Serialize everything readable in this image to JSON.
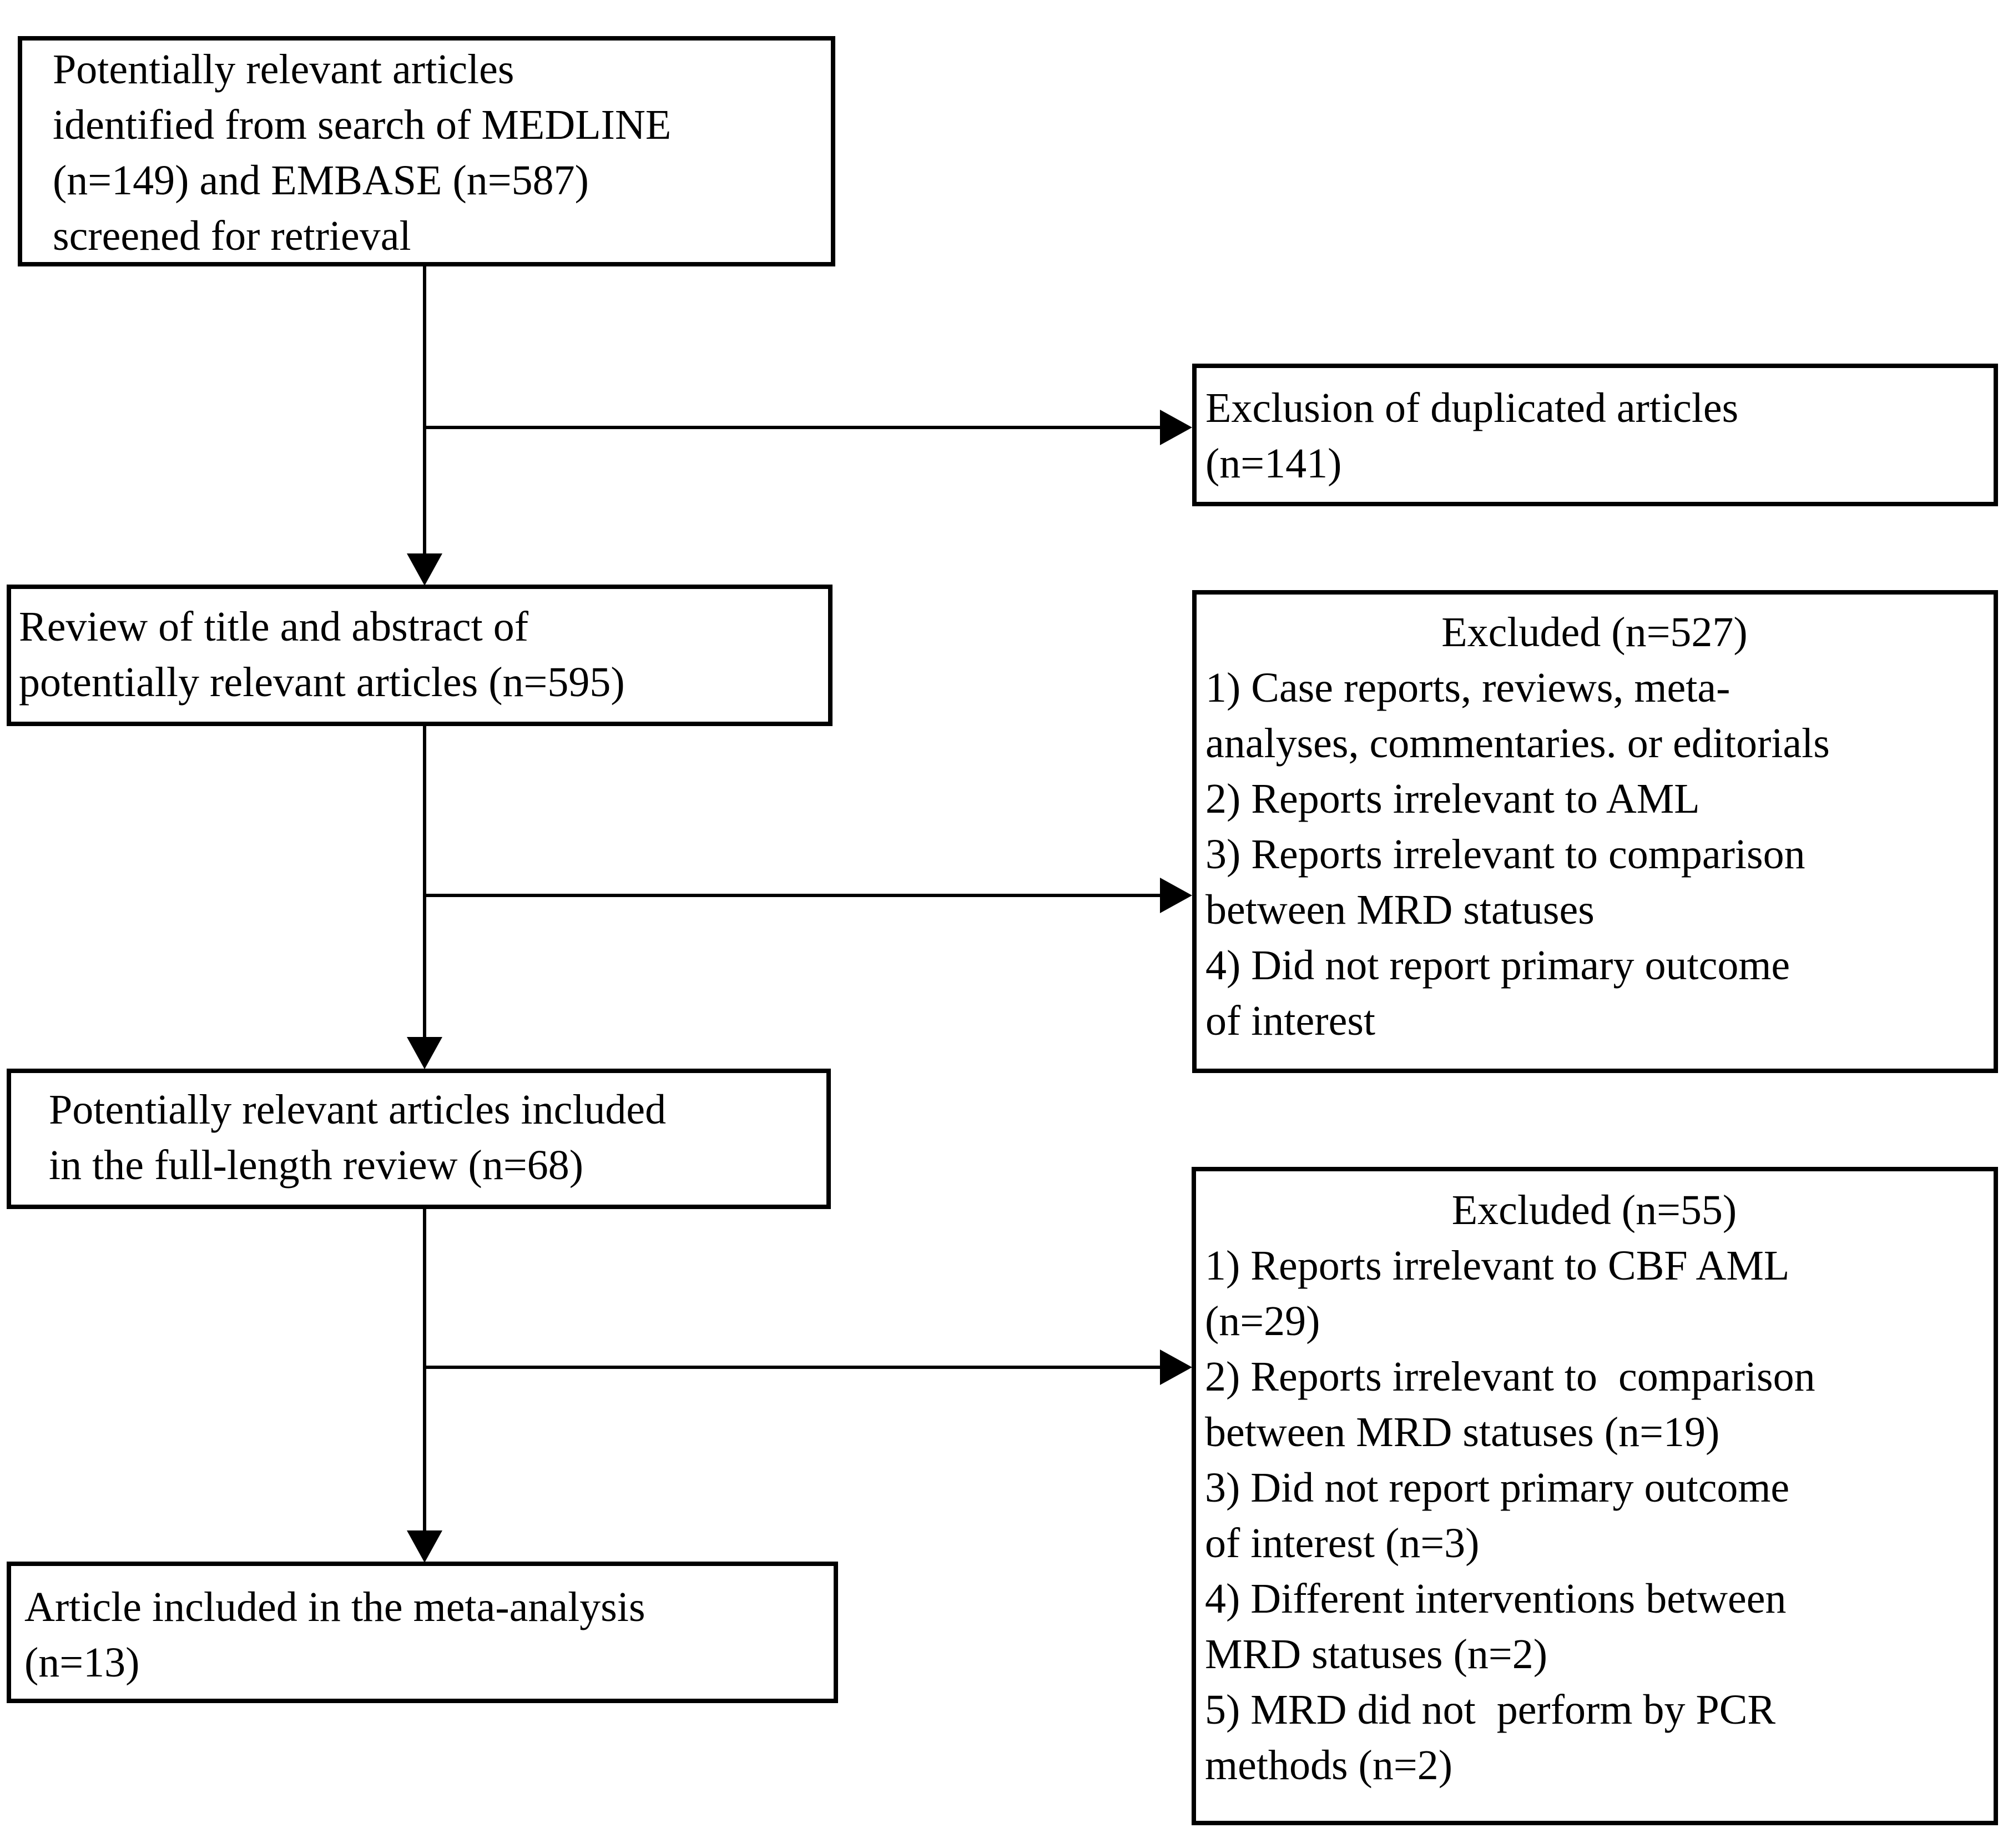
{
  "diagram": {
    "background": "#ffffff",
    "line_color": "#000000",
    "left_column": {
      "identification": "Potentially relevant articles\nidentified from search of MEDLINE\n(n=149) and EMBASE (n=587)\nscreened for retrieval",
      "title_abstract_review": "Review of title and abstract of\npotentially relevant articles (n=595)",
      "full_length_review": "Potentially relevant articles included\nin the full-length review (n=68)",
      "meta_analysis_included": "Article included in the meta-analysis\n(n=13)"
    },
    "right_column": {
      "duplicates_excluded": "Exclusion of duplicated articles\n(n=141)",
      "screening_excluded": {
        "title": "Excluded (n=527)",
        "items": "1) Case reports, reviews, meta-\nanalyses, commentaries. or editorials\n2) Reports irrelevant to AML\n3) Reports irrelevant to comparison\nbetween MRD statuses\n4) Did not report primary outcome\nof interest"
      },
      "full_length_excluded": {
        "title": "Excluded (n=55)",
        "items": "1) Reports irrelevant to CBF AML\n(n=29)\n2) Reports irrelevant to  comparison\nbetween MRD statuses (n=19)\n3) Did not report primary outcome\nof interest (n=3)\n4) Different interventions between\nMRD statuses (n=2)\n5) MRD did not  perform by PCR\nmethods (n=2)"
      }
    },
    "counts": {
      "medline": 149,
      "embase": 587,
      "duplicates_excluded": 141,
      "title_abstract_screened": 595,
      "screening_excluded": 527,
      "full_length_reviewed": 68,
      "full_length_excluded": 55,
      "included_in_meta_analysis": 13
    }
  }
}
